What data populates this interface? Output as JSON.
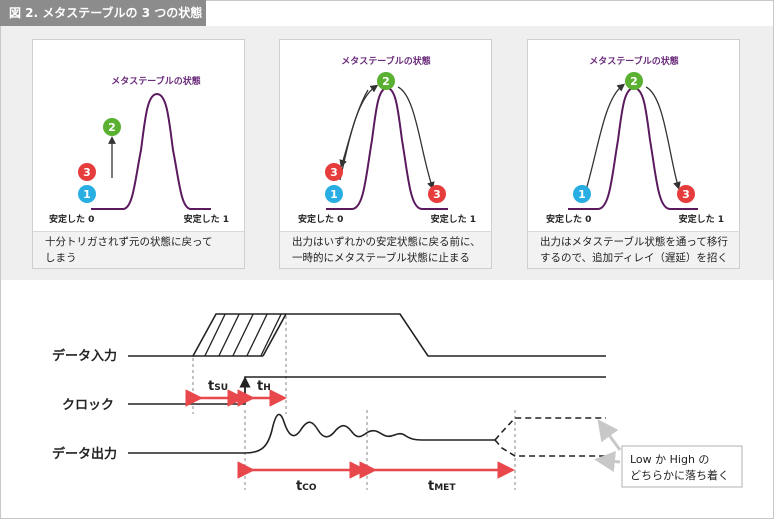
{
  "title": "図 2. メタステーブルの 3 つの状態",
  "panels": [
    {
      "peak_label": "メタステーブルの状態",
      "left_label": "安定した 0",
      "right_label": "安定した 1",
      "caption_line1": "十分トリガされず元の状態に戻って",
      "caption_line2": "しまう"
    },
    {
      "peak_label": "メタステーブルの状態",
      "left_label": "安定した 0",
      "right_label": "安定した 1",
      "caption_line1": "出力はいずれかの安定状態に戻る前に、",
      "caption_line2": "一時的にメタステーブル状態に止まる"
    },
    {
      "peak_label": "メタステーブルの状態",
      "left_label": "安定した 0",
      "right_label": "安定した 1",
      "caption_line1": "出力はメタステーブル状態を通って移行",
      "caption_line2": "するので、追加ディレイ（遅延）を招く"
    }
  ],
  "markers": {
    "m1": "1",
    "m2": "2",
    "m3": "3"
  },
  "timing": {
    "data_in": "データ入力",
    "clock": "クロック",
    "data_out": "データ出力",
    "tsu_main": "t",
    "tsu_sub": "SU",
    "th_main": "t",
    "th_sub": "H",
    "tco_main": "t",
    "tco_sub": "CO",
    "tmet_main": "t",
    "tmet_sub": "MET",
    "note_line1": "Low か High の",
    "note_line2": "どちらかに落ち着く"
  },
  "colors": {
    "curve": "#5b1a5e",
    "peak_label": "#6a2b7b",
    "marker1": "#29aee3",
    "marker2": "#5ab031",
    "marker3": "#e63c3c",
    "timing_arrow": "#e8474b"
  }
}
